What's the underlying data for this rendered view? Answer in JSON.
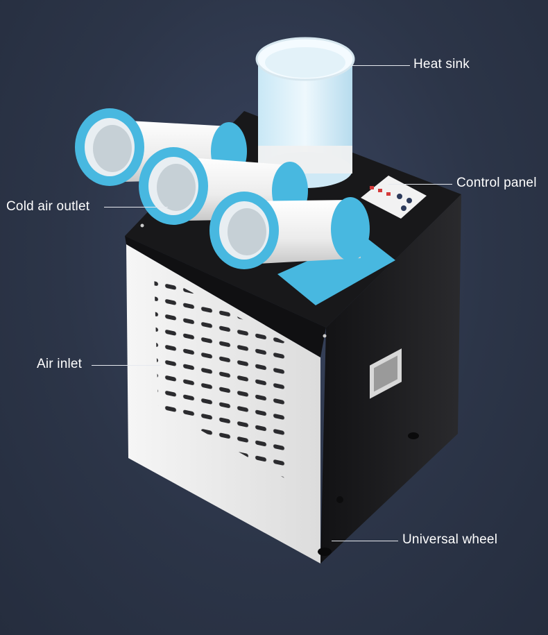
{
  "labels": {
    "heat_sink": "Heat sink",
    "control_panel": "Control panel",
    "cold_air_outlet": "Cold air outlet",
    "air_inlet": "Air inlet",
    "universal_wheel": "Universal wheel"
  },
  "colors": {
    "background": "#2c3548",
    "duct_blue": "#48b8e0",
    "cabinet_black": "#1b1b1d",
    "panel_white": "#f2f2f2"
  }
}
